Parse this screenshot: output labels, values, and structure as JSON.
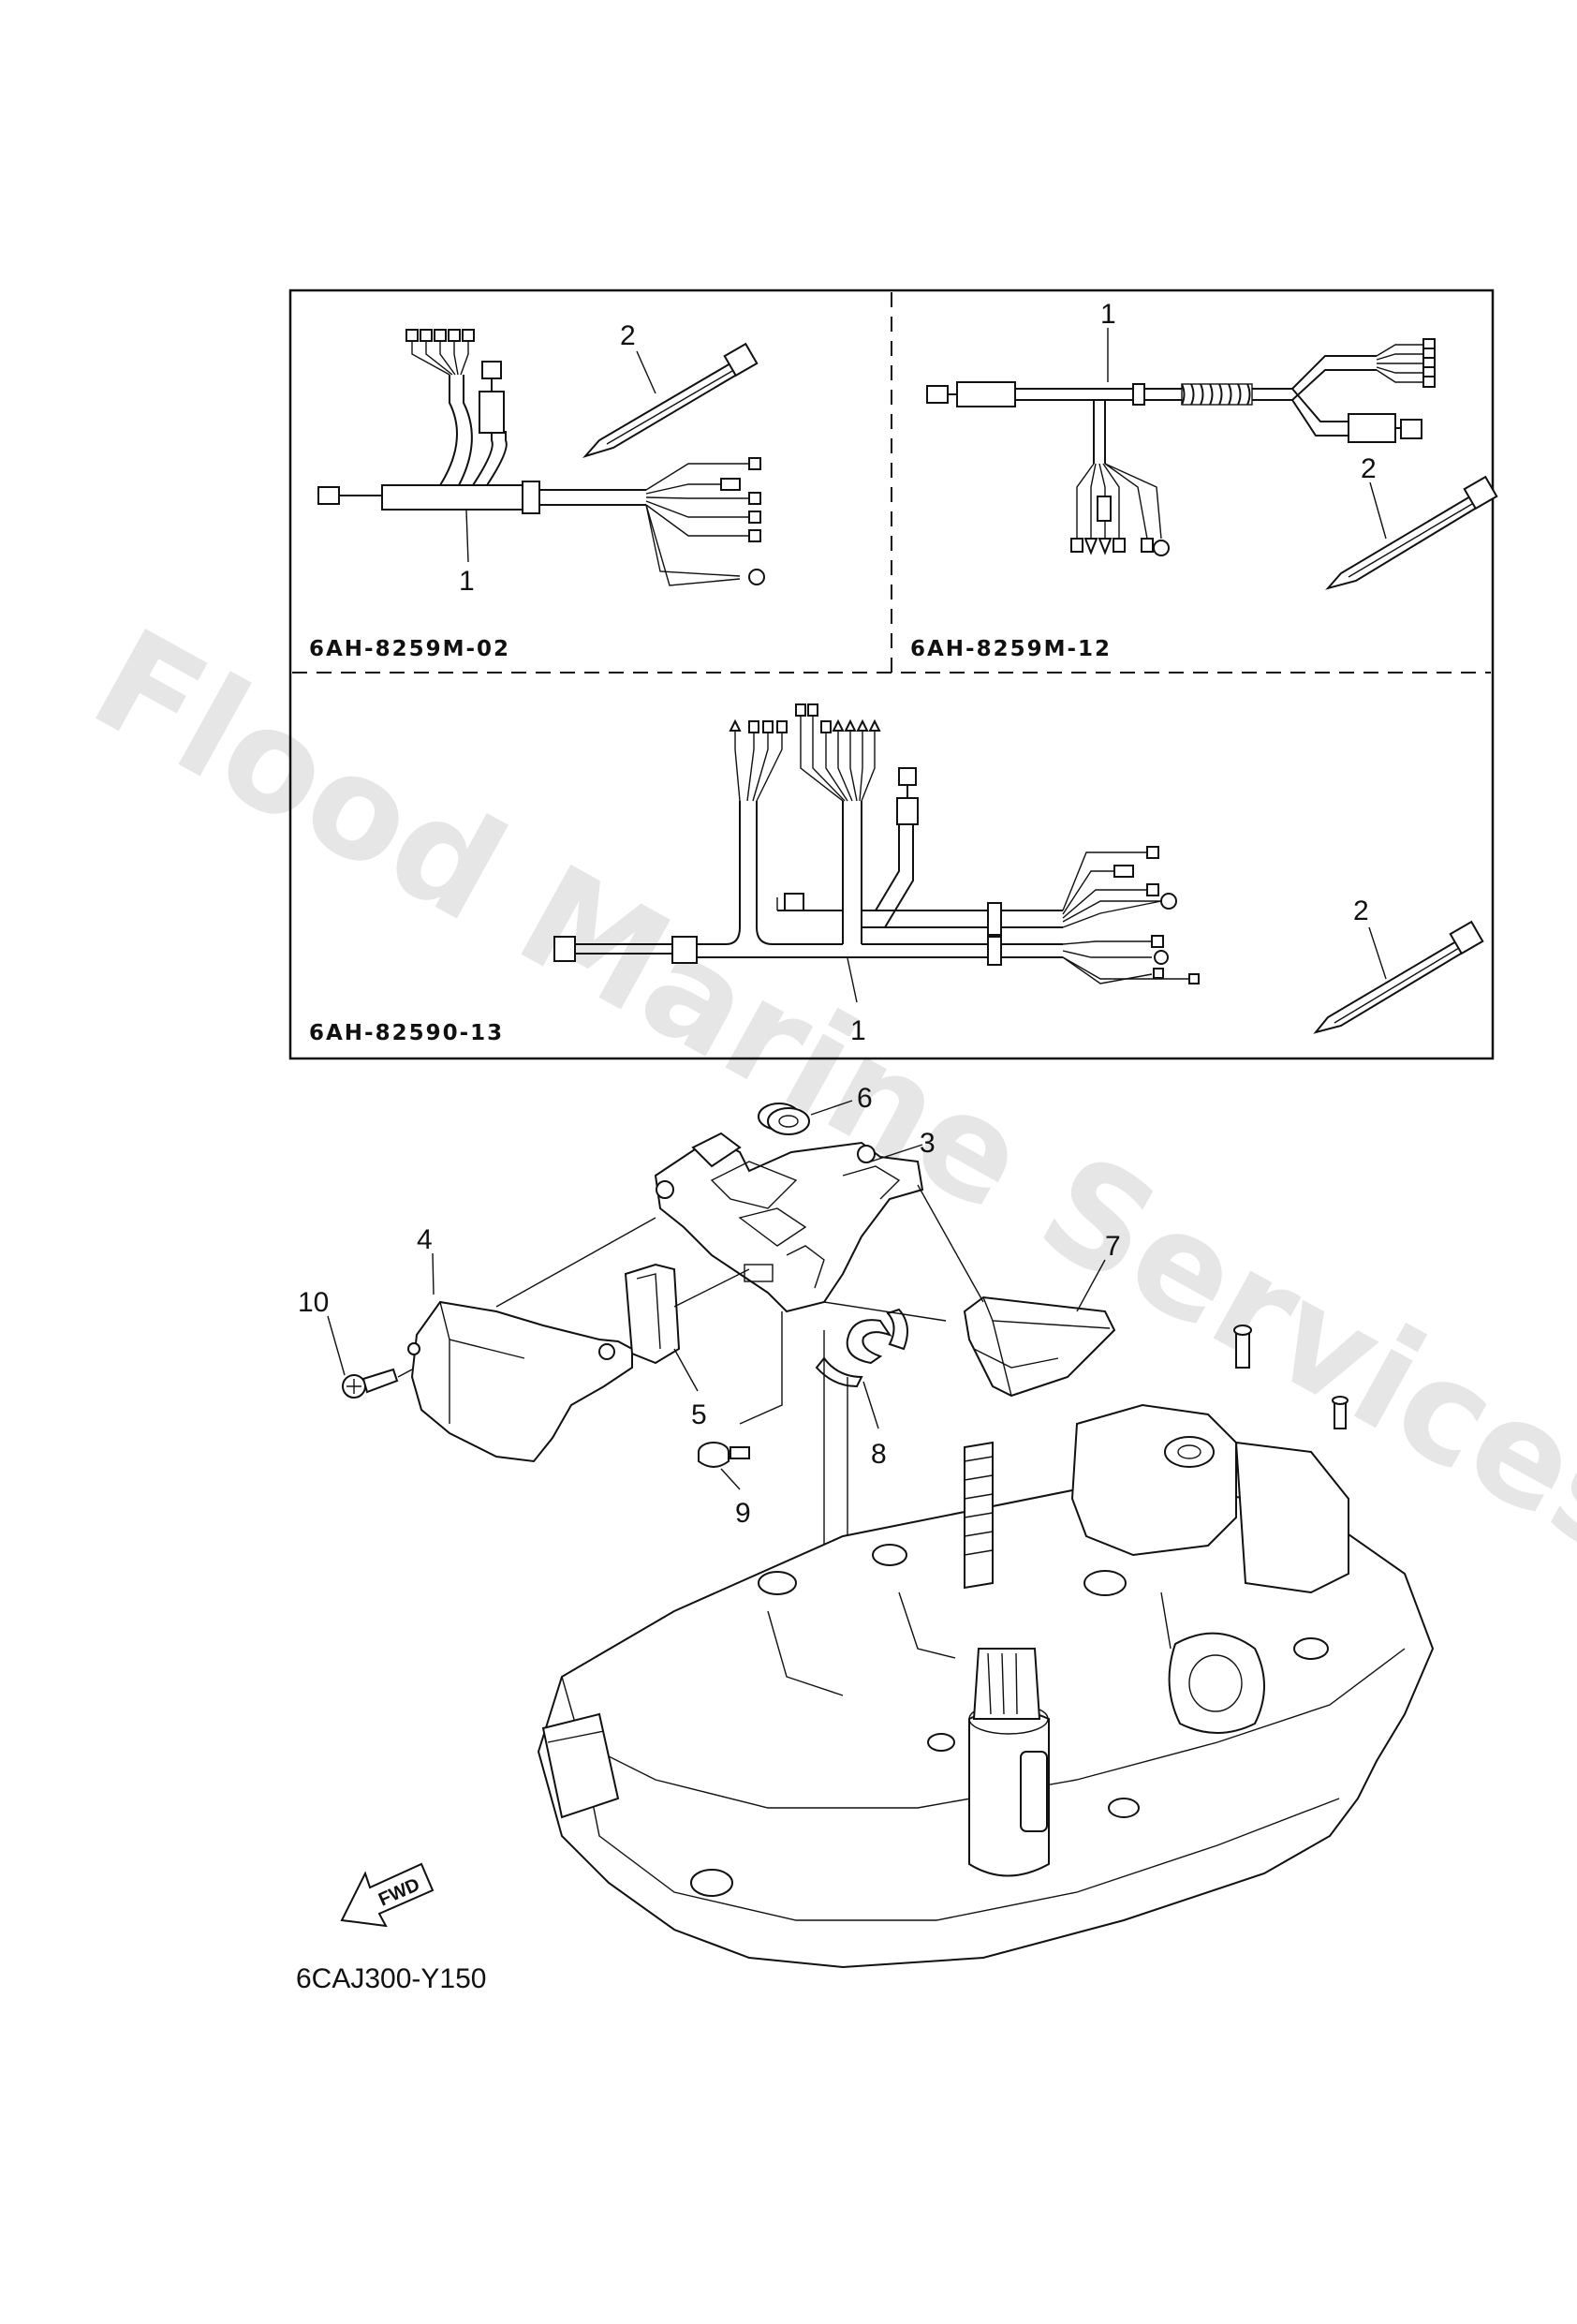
{
  "watermark": "Flood Marine Services",
  "panels": [
    {
      "code": "6AH-8259M-02",
      "callouts": [
        "1",
        "2"
      ]
    },
    {
      "code": "6AH-8259M-12",
      "callouts": [
        "1",
        "2"
      ]
    },
    {
      "code": "6AH-82590-13",
      "callouts": [
        "1",
        "2"
      ]
    }
  ],
  "assembly_callouts": [
    "3",
    "4",
    "5",
    "6",
    "7",
    "8",
    "9",
    "10"
  ],
  "fwd_label": "FWD",
  "figure_ref": "6CAJ300-Y150"
}
